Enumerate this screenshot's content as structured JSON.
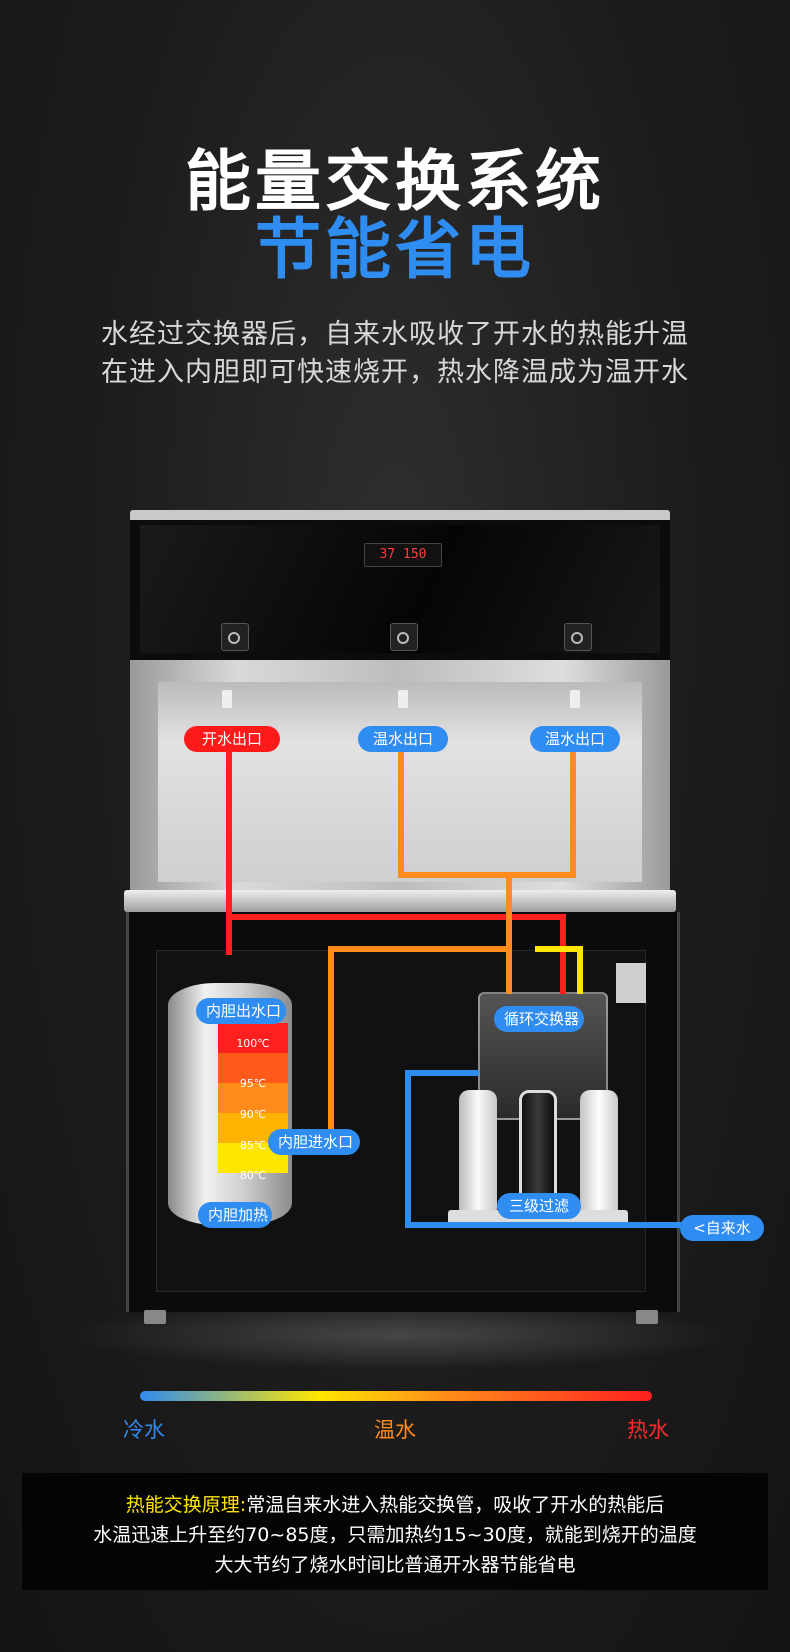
{
  "heading": {
    "title": "能量交换系统",
    "subtitle": "节能省电",
    "desc_line1": "水经过交换器后，自来水吸收了开水的热能升温",
    "desc_line2": "在进入内胆即可快速烧开，热水降温成为温开水"
  },
  "display": {
    "readout": "37 150"
  },
  "labels": {
    "hot_outlet": "开水出口",
    "warm_outlet_1": "温水出口",
    "warm_outlet_2": "温水出口",
    "tank_outlet": "内胆出水口",
    "tank_inlet": "内胆进水口",
    "tank_heating": "内胆加热",
    "exchanger": "循环交换器",
    "filter": "三级过滤",
    "tap_water": "<自来水"
  },
  "tank_temps": [
    "100℃",
    "95℃",
    "90℃",
    "85℃",
    "80℃"
  ],
  "colors": {
    "hot_pipe": "#ff1f1f",
    "warm_pipe": "#ff8c1a",
    "mid_pipe": "#ffe600",
    "cold_pipe": "#2f8cf0",
    "title_blue": "#2f8cf0",
    "highlight": "#ffe600"
  },
  "scale": {
    "cold": "冷水",
    "warm": "温水",
    "hot": "热水"
  },
  "info": {
    "highlight": "热能交换原理:",
    "line1_rest": "常温自来水进入热能交换管，吸收了开水的热能后",
    "line2": "水温迅速上升至约70~85度，只需加热约15~30度，就能到烧开的温度",
    "line3": "大大节约了烧水时间比普通开水器节能省电"
  }
}
